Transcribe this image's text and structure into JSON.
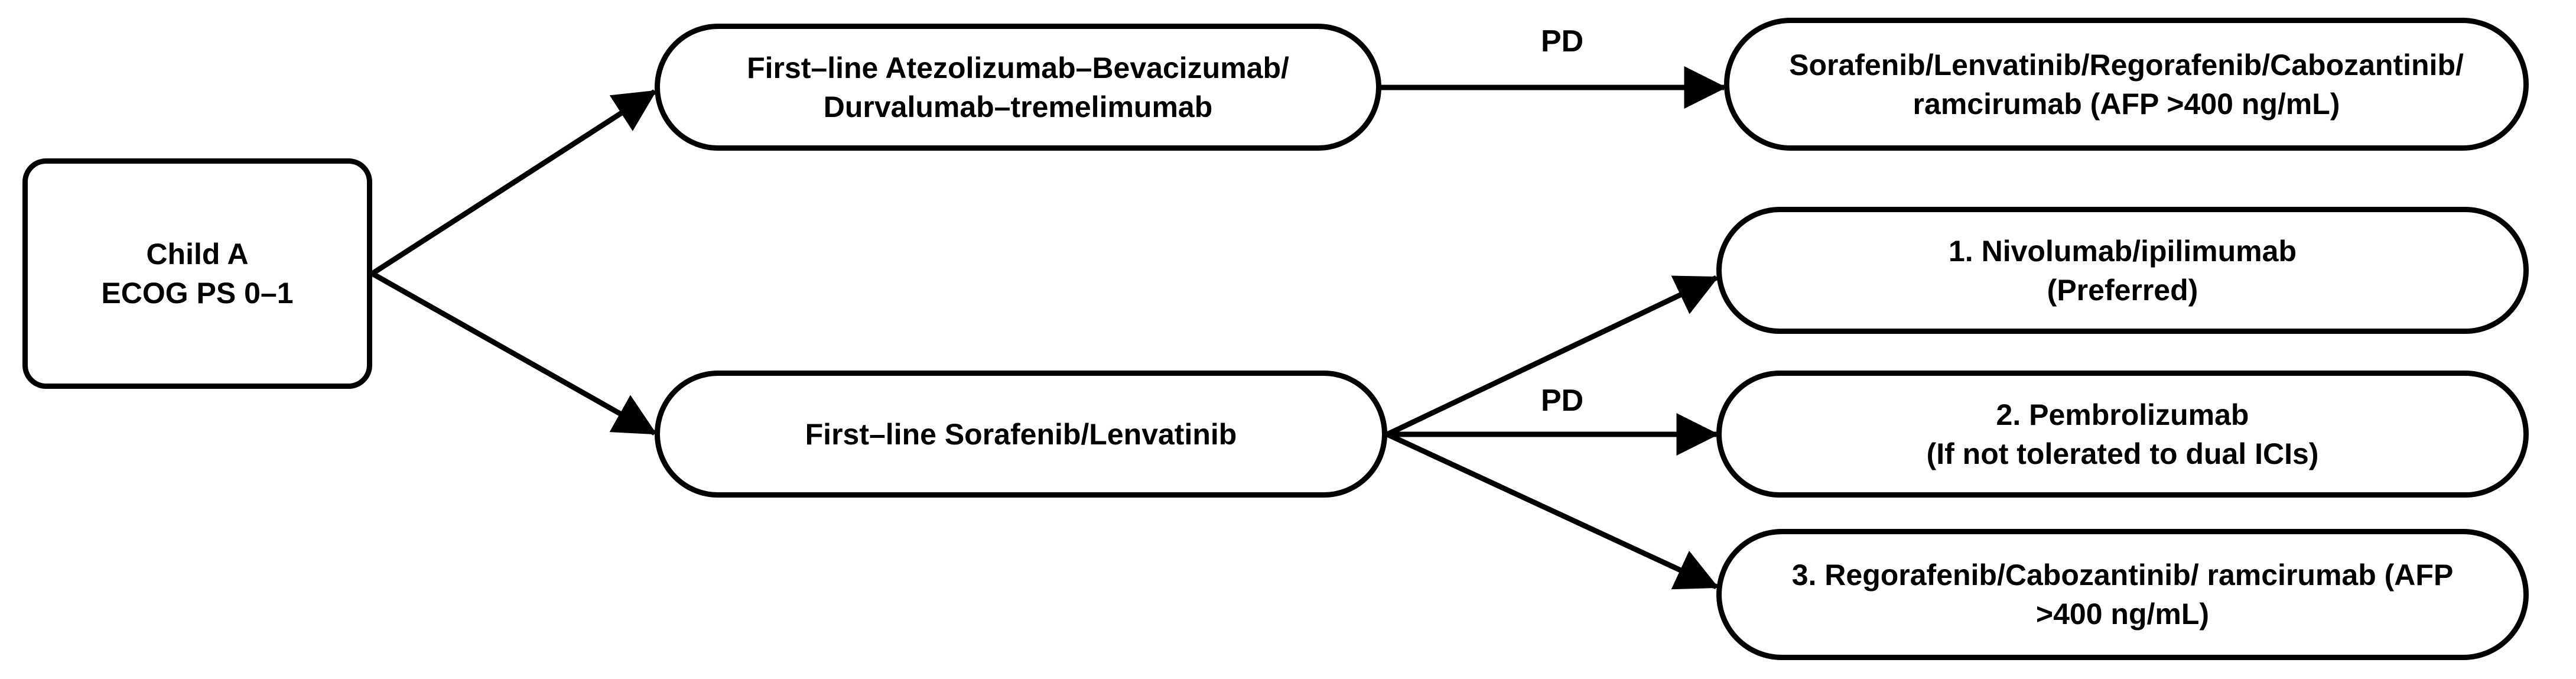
{
  "nodes": {
    "start": {
      "line1": "Child A",
      "line2": "ECOG PS 0–1"
    },
    "first_line_io": {
      "line1": "First–line Atezolizumab–Bevacizumab/",
      "line2": "Durvalumab–tremelimumab"
    },
    "first_line_tki": {
      "line1": "First–line Sorafenib/Lenvatinib"
    },
    "second_after_io": {
      "line1": "Sorafenib/Lenvatinib/Regorafenib/Cabozantinib/",
      "line2": "ramcirumab (AFP >400 ng/mL)"
    },
    "option1": {
      "line1": "1. Nivolumab/ipilimumab",
      "line2": "(Preferred)"
    },
    "option2": {
      "line1": "2. Pembrolizumab",
      "line2": "(If not tolerated to dual ICIs)"
    },
    "option3": {
      "line1": "3. Regorafenib/Cabozantinib/ ramcirumab (AFP",
      "line2": ">400 ng/mL)"
    }
  },
  "edge_labels": {
    "io_progression": "PD",
    "tki_progression": "PD"
  }
}
